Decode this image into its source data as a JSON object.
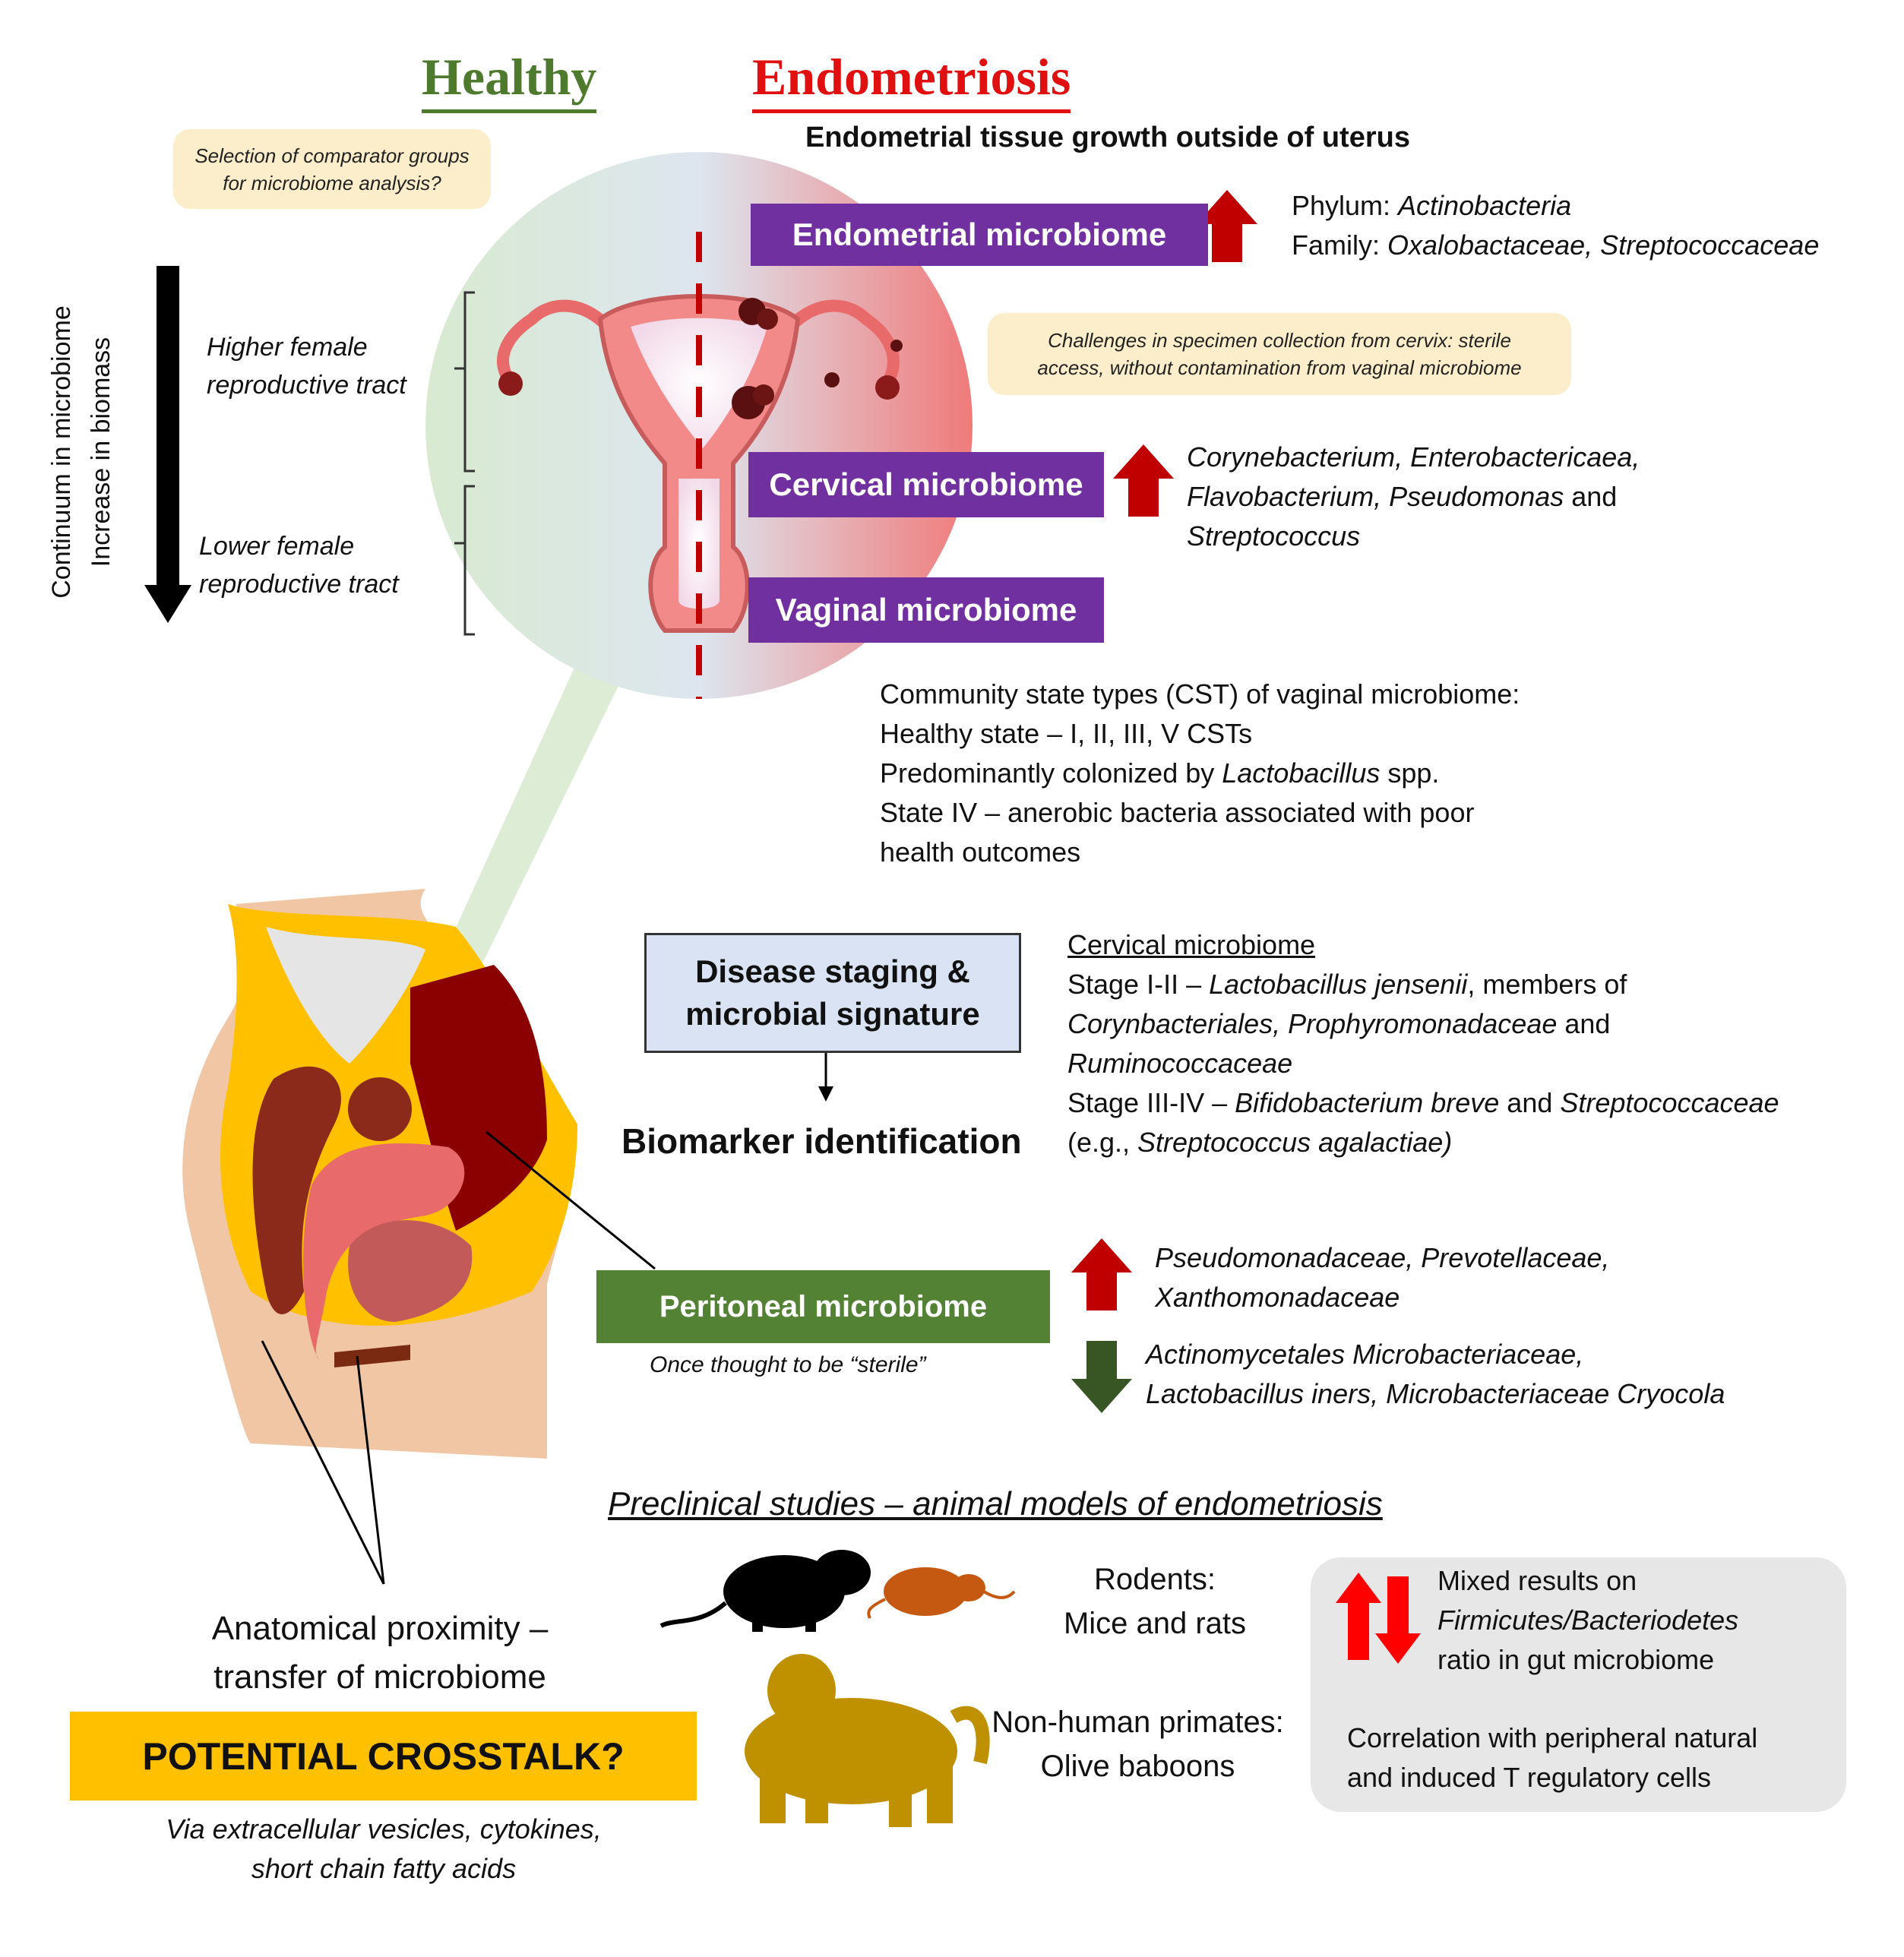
{
  "header": {
    "healthy": "Healthy",
    "endometriosis": "Endometriosis",
    "subtitle": "Endometrial tissue growth outside of uterus"
  },
  "notes": {
    "comparator": [
      "Selection of comparator groups",
      "for microbiome analysis?"
    ],
    "challenges": [
      "Challenges in specimen collection from cervix: sterile",
      "access, without contamination from vaginal microbiome"
    ]
  },
  "axis": {
    "line1": "Continuum in microbiome",
    "line2": "Increase in biomass",
    "upper": [
      "Higher female",
      "reproductive tract"
    ],
    "lower": [
      "Lower female",
      "reproductive tract"
    ]
  },
  "endometrial": {
    "label": "Endometrial microbiome",
    "phylum_prefix": "Phylum: ",
    "phylum": "Actinobacteria",
    "family_prefix": "Family:  ",
    "family": "Oxalobactaceae, Streptococcaceae"
  },
  "cervical": {
    "label": "Cervical microbiome",
    "l1": "Corynebacterium, Enterobactericaea,",
    "l2a": "Flavobacterium, Pseudomonas",
    "l2b": " and",
    "l3": "Streptococcus"
  },
  "vaginal": {
    "label": "Vaginal microbiome",
    "cst1": "Community state types (CST) of vaginal microbiome:",
    "cst2": "Healthy state – I, II, III, V CSTs",
    "cst3a": "Predominantly colonized by ",
    "cst3b": "Lactobacillus",
    "cst3c": " spp.",
    "cst4": "State IV – anerobic bacteria associated with poor",
    "cst5": "health outcomes"
  },
  "staging": {
    "box1": "Disease staging &",
    "box2": "microbial signature",
    "result": "Biomarker identification",
    "heading": "Cervical microbiome",
    "s1a": "Stage I-II – ",
    "s1b": "Lactobacillus jensenii",
    "s1c": ", members of",
    "s2a": "Corynbacteriales, Prophyromonadaceae",
    "s2b": " and",
    "s3": "Ruminococcaceae",
    "s4a": "Stage III-IV – ",
    "s4b": "Bifidobacterium breve",
    "s4c": " and ",
    "s4d": "Streptococcaceae",
    "s5a": "(e.g., ",
    "s5b": "Streptococcus agalactiae)"
  },
  "peritoneal": {
    "label": "Peritoneal microbiome",
    "note": "Once thought to be “sterile”",
    "up1": "Pseudomonadaceae, Prevotellaceae,",
    "up2": "Xanthomonadaceae",
    "down1": "Actinomycetales Microbacteriaceae,",
    "down2": "Lactobacillus iners, Microbacteriaceae Cryocola"
  },
  "preclinical": {
    "heading": "Preclinical studies – animal models of endometriosis",
    "rodents1": "Rodents:",
    "rodents2": "Mice and rats",
    "primates1": "Non-human primates:",
    "primates2": "Olive baboons",
    "mixed1": "Mixed results on",
    "mixed2": "Firmicutes/Bacteriodetes",
    "mixed3": "ratio in gut microbiome",
    "corr1": "Correlation with peripheral natural",
    "corr2": "and induced T regulatory cells"
  },
  "crosstalk": {
    "prox1": "Anatomical proximity –",
    "prox2": "transfer of microbiome",
    "box": "POTENTIAL CROSSTALK?",
    "via1": "Via extracellular vesicles, cytokines,",
    "via2": "short chain fatty acids"
  },
  "colors": {
    "purple": "#7030a0",
    "green": "#548235",
    "red_arrow": "#c00000",
    "bright_red": "#ff0000",
    "dark_green_arrow": "#375623",
    "gold": "#ffc000"
  }
}
